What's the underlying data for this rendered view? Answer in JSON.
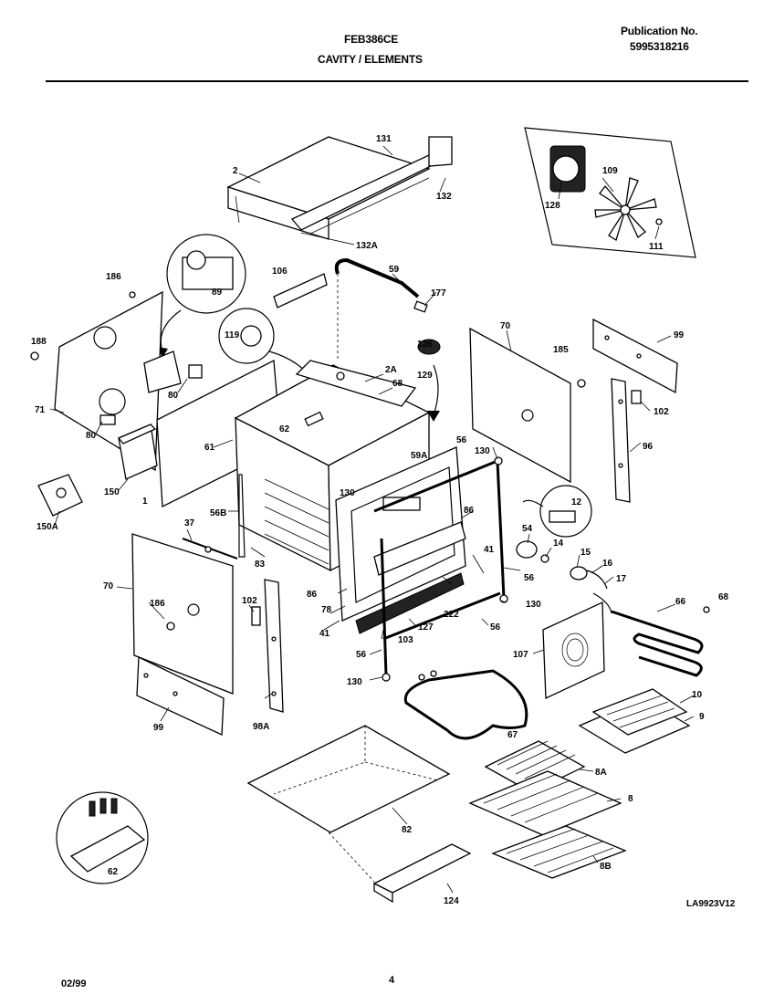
{
  "header": {
    "model": "FEB386CE",
    "section_title": "CAVITY / ELEMENTS",
    "publication_label": "Publication No.",
    "publication_number": "5995318216"
  },
  "footer": {
    "date": "02/99",
    "page_number": "4"
  },
  "diagram_id": "LA9923V12",
  "callouts": {
    "p131": "131",
    "p2": "2",
    "p132": "132",
    "p132A": "132A",
    "p128": "128",
    "p109": "109",
    "p111": "111",
    "p186a": "186",
    "p89": "89",
    "p106": "106",
    "p59": "59",
    "p177": "177",
    "p188": "188",
    "p119": "119",
    "p2A": "2A",
    "p68": "68",
    "p126": "126",
    "p129": "129",
    "p70a": "70",
    "p185": "185",
    "p99a": "99",
    "p71": "71",
    "p80a": "80",
    "p80b": "80",
    "p62a": "62",
    "p102a": "102",
    "p59A": "59A",
    "p56a": "56",
    "p130a": "130",
    "p96": "96",
    "p61": "61",
    "p150": "150",
    "p1": "1",
    "p150A": "150A",
    "p56B": "56B",
    "p130b": "130",
    "p86a": "86",
    "p12": "12",
    "p37": "37",
    "p41a": "41",
    "p54": "54",
    "p14": "14",
    "p15": "15",
    "p16": "16",
    "p70b": "70",
    "p83": "83",
    "p56c": "56",
    "p17": "17",
    "p186b": "186",
    "p102b": "102",
    "p86b": "86",
    "p130c": "130",
    "p78": "78",
    "p222": "222",
    "p127": "127",
    "p41b": "41",
    "p103": "103",
    "p56d": "56",
    "p66": "66",
    "p68b": "68",
    "p56e": "56",
    "p107": "107",
    "p130d": "130",
    "p99b": "99",
    "p98A": "98A",
    "p10": "10",
    "p9": "9",
    "p67": "67",
    "p8A": "8A",
    "p8": "8",
    "p82": "82",
    "p8B": "8B",
    "p62b": "62",
    "p124": "124"
  }
}
